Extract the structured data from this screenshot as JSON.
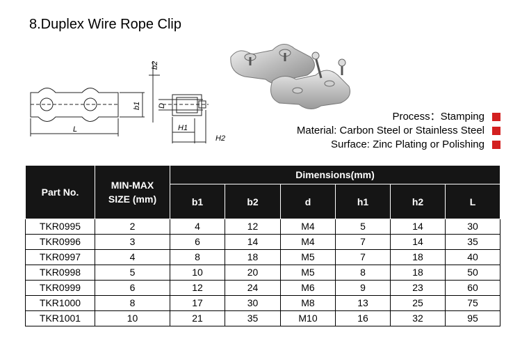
{
  "title": "8.Duplex Wire Rope Clip",
  "diagram_labels": {
    "b2": "b2",
    "b1": "b1",
    "D": "D",
    "L": "L",
    "H1": "H1",
    "H2": "H2"
  },
  "specs": [
    {
      "label": "Process：Stamping"
    },
    {
      "label": "Material: Carbon Steel or Stainless Steel"
    },
    {
      "label": "Surface: Zinc Plating or Polishing"
    }
  ],
  "colors": {
    "accent": "#d32020",
    "header_bg": "#151515"
  },
  "table": {
    "part_no_header": "Part No.",
    "size_header": "MIN-MAX SIZE (mm)",
    "dimensions_header": "Dimensions(mm)",
    "dim_columns": [
      "b1",
      "b2",
      "d",
      "h1",
      "h2",
      "L"
    ],
    "rows": [
      {
        "part": "TKR0995",
        "size": "2",
        "b1": "4",
        "b2": "12",
        "d": "M4",
        "h1": "5",
        "h2": "14",
        "L": "30"
      },
      {
        "part": "TKR0996",
        "size": "3",
        "b1": "6",
        "b2": "14",
        "d": "M4",
        "h1": "7",
        "h2": "14",
        "L": "35"
      },
      {
        "part": "TKR0997",
        "size": "4",
        "b1": "8",
        "b2": "18",
        "d": "M5",
        "h1": "7",
        "h2": "18",
        "L": "40"
      },
      {
        "part": "TKR0998",
        "size": "5",
        "b1": "10",
        "b2": "20",
        "d": "M5",
        "h1": "8",
        "h2": "18",
        "L": "50"
      },
      {
        "part": "TKR0999",
        "size": "6",
        "b1": "12",
        "b2": "24",
        "d": "M6",
        "h1": "9",
        "h2": "23",
        "L": "60"
      },
      {
        "part": "TKR1000",
        "size": "8",
        "b1": "17",
        "b2": "30",
        "d": "M8",
        "h1": "13",
        "h2": "25",
        "L": "75"
      },
      {
        "part": "TKR1001",
        "size": "10",
        "b1": "21",
        "b2": "35",
        "d": "M10",
        "h1": "16",
        "h2": "32",
        "L": "95"
      }
    ]
  }
}
